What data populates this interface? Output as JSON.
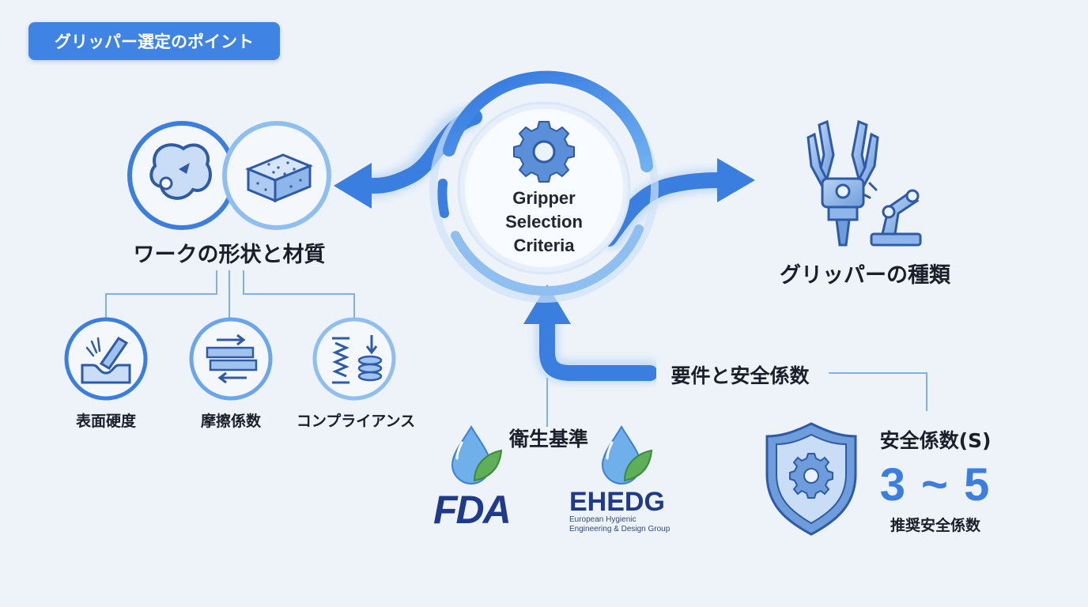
{
  "header": {
    "badge": "グリッパー選定のポイント"
  },
  "center": {
    "line1": "Gripper",
    "line2": "Selection",
    "line3": "Criteria",
    "icon": "gear-icon"
  },
  "work": {
    "title": "ワークの形状と材質",
    "icons": [
      "shape-blob-icon",
      "material-block-icon"
    ],
    "children": [
      {
        "label": "表面硬度",
        "icon": "surface-hardness-icon"
      },
      {
        "label": "摩擦係数",
        "icon": "friction-arrows-icon"
      },
      {
        "label": "コンプライアンス",
        "icon": "spring-compliance-icon"
      }
    ]
  },
  "types": {
    "title": "グリッパーの種類",
    "icon": "robot-gripper-icon"
  },
  "requirements": {
    "title": "要件と安全係数"
  },
  "hygiene": {
    "title": "衛生基準",
    "fda": {
      "logo": "FDA",
      "icon": "water-drop-leaf-icon"
    },
    "ehedg": {
      "logo_main": "EHEDG",
      "sub_line1": "European Hygienic",
      "sub_line2": "Engineering & Design Group",
      "icon": "water-drop-leaf-icon"
    }
  },
  "safety": {
    "title": "安全係数(S)",
    "range": "3 ~ 5",
    "caption": "推奨安全係数",
    "icon": "shield-gear-icon"
  },
  "colors": {
    "accent": "#3f84e5",
    "arrow": "#3a7fe0",
    "line": "#7fb0ea",
    "navy": "#1f3a8a",
    "leaf": "#5fae5a"
  }
}
